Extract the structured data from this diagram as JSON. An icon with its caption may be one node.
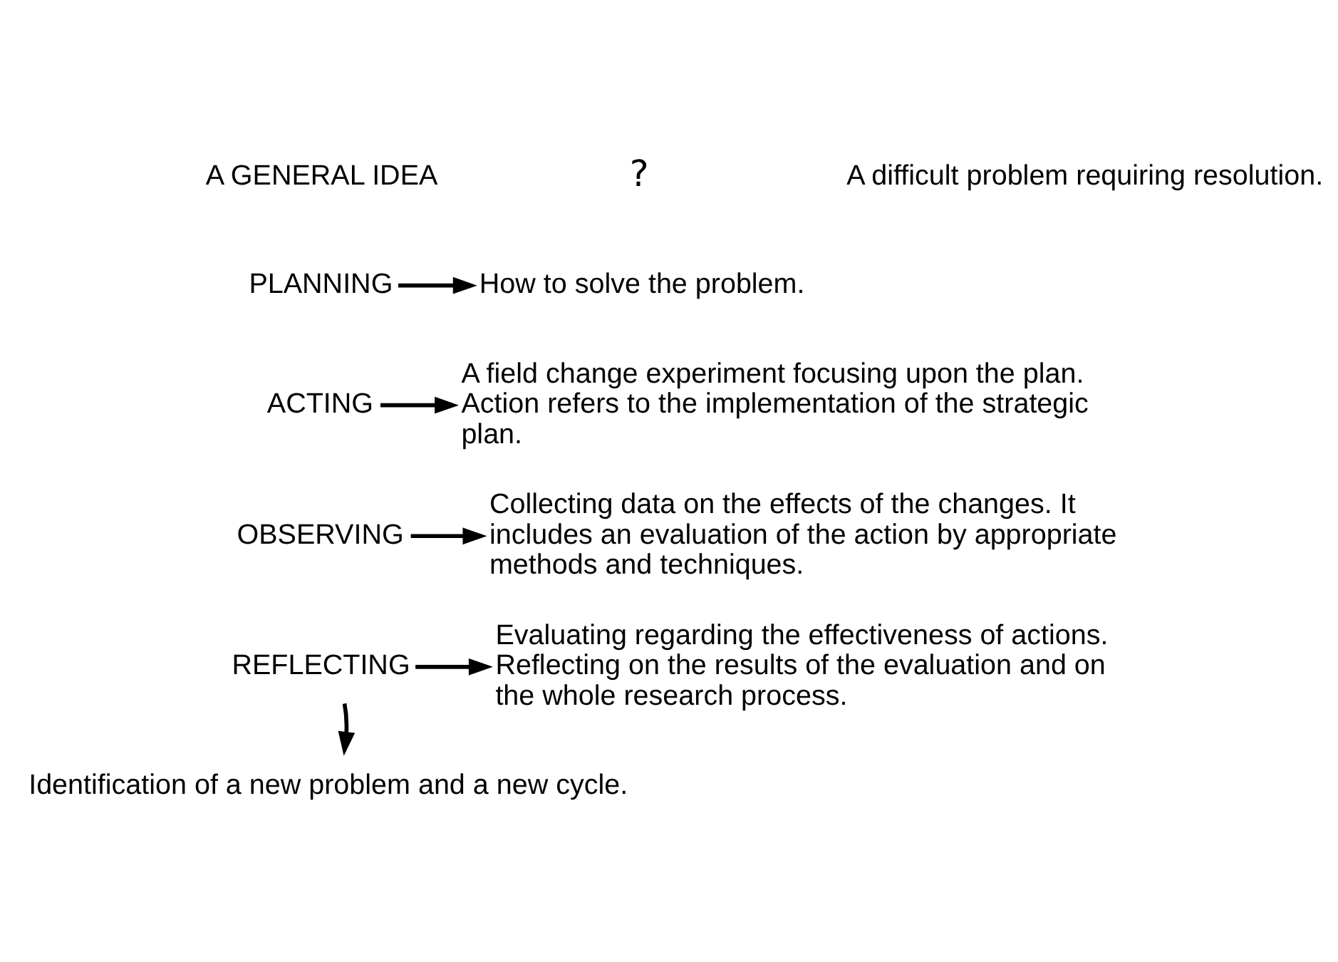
{
  "diagram": {
    "nodes": [
      {
        "text": [
          "A GENERAL IDEA"
        ]
      },
      {
        "text": [
          "A difficult problem requiring resolution."
        ]
      },
      {
        "text": [
          "PLANNING"
        ]
      },
      {
        "text": [
          "How to solve the problem."
        ]
      },
      {
        "text": [
          "ACTING"
        ]
      },
      {
        "text": [
          "A field change experiment focusing upon the plan. Action refers to the implementation of the strategic plan."
        ]
      },
      {
        "text": [
          "OBSERVING"
        ]
      },
      {
        "text": [
          "Collecting data on the effects of the changes. It includes an evaluation of the action by appropriate methods and techniques."
        ]
      },
      {
        "text": [
          "REFLECTING"
        ]
      },
      {
        "text": [
          "Evaluating regarding the effectiveness of actions. Reflecting on the results of the evaluation and on the whole research process."
        ]
      },
      {
        "text": [
          "Identification of a new problem and a new cycle."
        ]
      }
    ],
    "edges": [
      {
        "from": 2,
        "to": 3,
        "arrow": "to"
      },
      {
        "from": 4,
        "to": 5,
        "arrow": "to"
      },
      {
        "from": 6,
        "to": 7,
        "arrow": "to"
      },
      {
        "from": 8,
        "to": 9,
        "arrow": "to"
      },
      {
        "from": 8,
        "to": 10,
        "arrow": "to"
      }
    ],
    "labels": [
      "?"
    ]
  }
}
